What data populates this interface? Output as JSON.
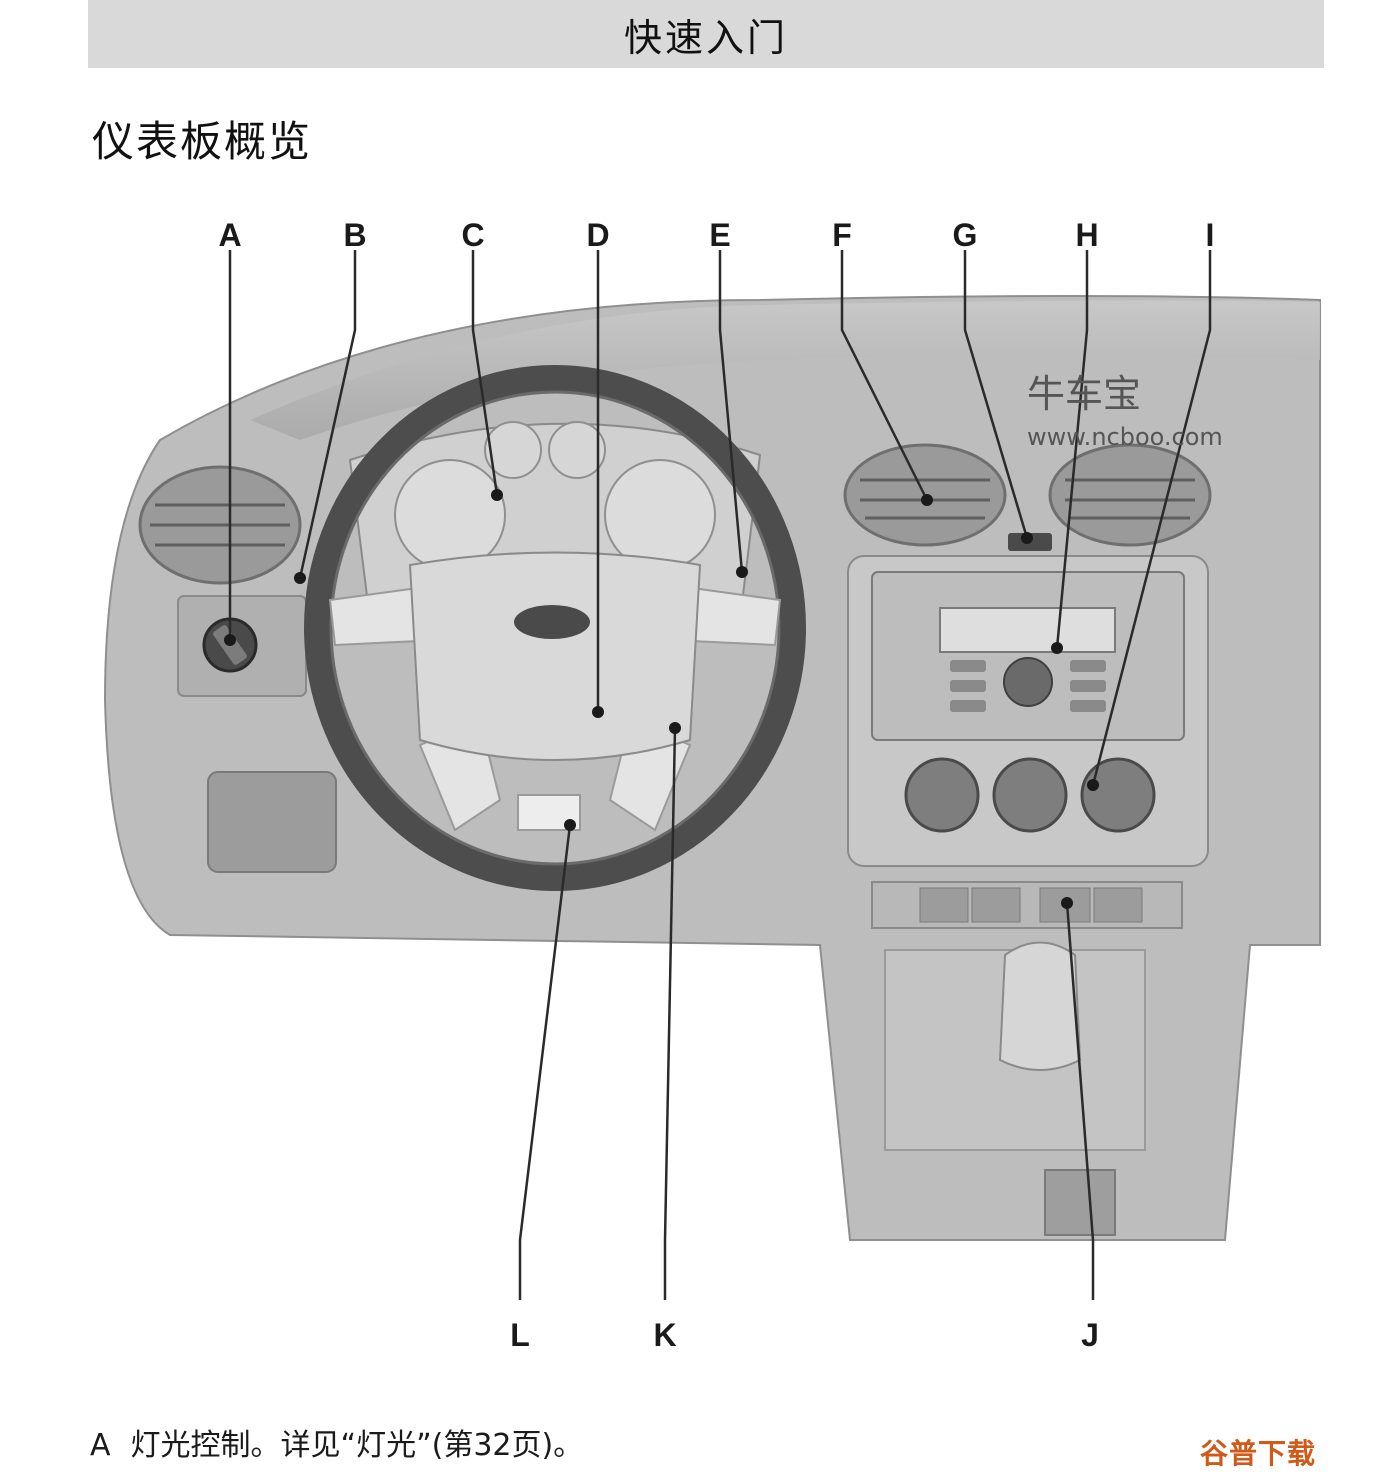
{
  "header": {
    "title": "快速入门"
  },
  "section": {
    "title": "仪表板概览"
  },
  "figure": {
    "callouts": {
      "A": "A",
      "B": "B",
      "C": "C",
      "D": "D",
      "E": "E",
      "F": "F",
      "G": "G",
      "H": "H",
      "I": "I",
      "J": "J",
      "K": "K",
      "L": "L"
    },
    "watermark": {
      "name": "牛车宝",
      "url": "www.ncboo.com"
    }
  },
  "caption": {
    "letter": "A",
    "text": "灯光控制。详见“灯光”(第32页)。"
  },
  "footer_brand": "谷普下载"
}
